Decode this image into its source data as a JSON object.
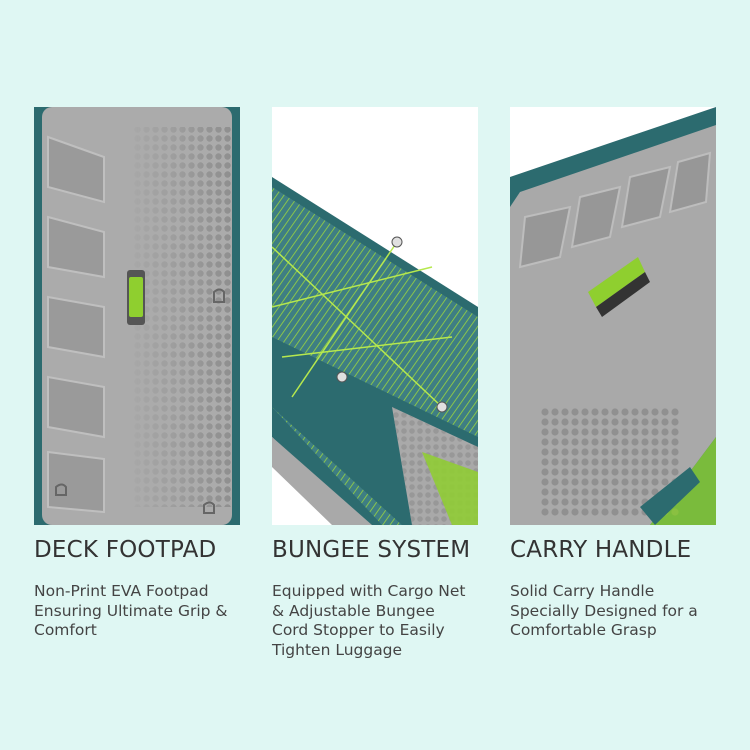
{
  "colors": {
    "background": "#dff7f3",
    "board_gray": "#a9a9a9",
    "board_teal": "#2c6b6f",
    "accent_green": "#8fcf2f"
  },
  "features": [
    {
      "title": "DECK FOOTPAD",
      "description_lines": [
        "Non-Print EVA Footpad",
        "Ensuring Ultimate Grip &",
        "Comfort"
      ]
    },
    {
      "title": "BUNGEE SYSTEM",
      "description_lines": [
        "Equipped with Cargo Net",
        "& Adjustable Bungee",
        "Cord Stopper to Easily",
        "Tighten Luggage"
      ]
    },
    {
      "title": "CARRY HANDLE",
      "description_lines": [
        "Solid Carry Handle",
        "Specially Designed for a",
        "Comfortable Grasp"
      ]
    }
  ]
}
